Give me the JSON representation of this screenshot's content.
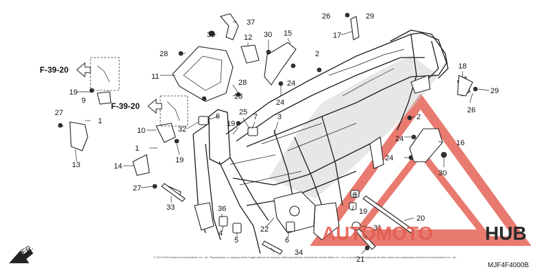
{
  "diagram": {
    "code": "MJF4F4000B",
    "ref_upper": "F-39-20",
    "ref_lower": "F-39-20",
    "direction_label": "FR.",
    "copyright": "© 2019-2020 American Honda Motor Co., Inc. Reproduction or copying of this image without the express written permission of American Honda Motor Co., Inc. is prohibited. Honda and all other marks are trademarks of American Honda Motor Co., Inc."
  },
  "watermark": {
    "prefix": "AUTOMOTO",
    "suffix": "HUB",
    "brand_color": "#e35a4d",
    "dark_color": "#2a2a2a"
  },
  "callouts": [
    "37",
    "35",
    "12",
    "15",
    "30",
    "26",
    "29",
    "17",
    "2",
    "28",
    "11",
    "28",
    "23",
    "24",
    "24",
    "18",
    "29",
    "26",
    "27",
    "1",
    "9",
    "19",
    "2",
    "24",
    "16",
    "24",
    "30",
    "10",
    "32",
    "6",
    "25",
    "7",
    "3",
    "19",
    "1",
    "14",
    "19",
    "27",
    "33",
    "36",
    "4",
    "5",
    "22",
    "6",
    "34",
    "8",
    "19",
    "20",
    "31",
    "21",
    "13"
  ]
}
